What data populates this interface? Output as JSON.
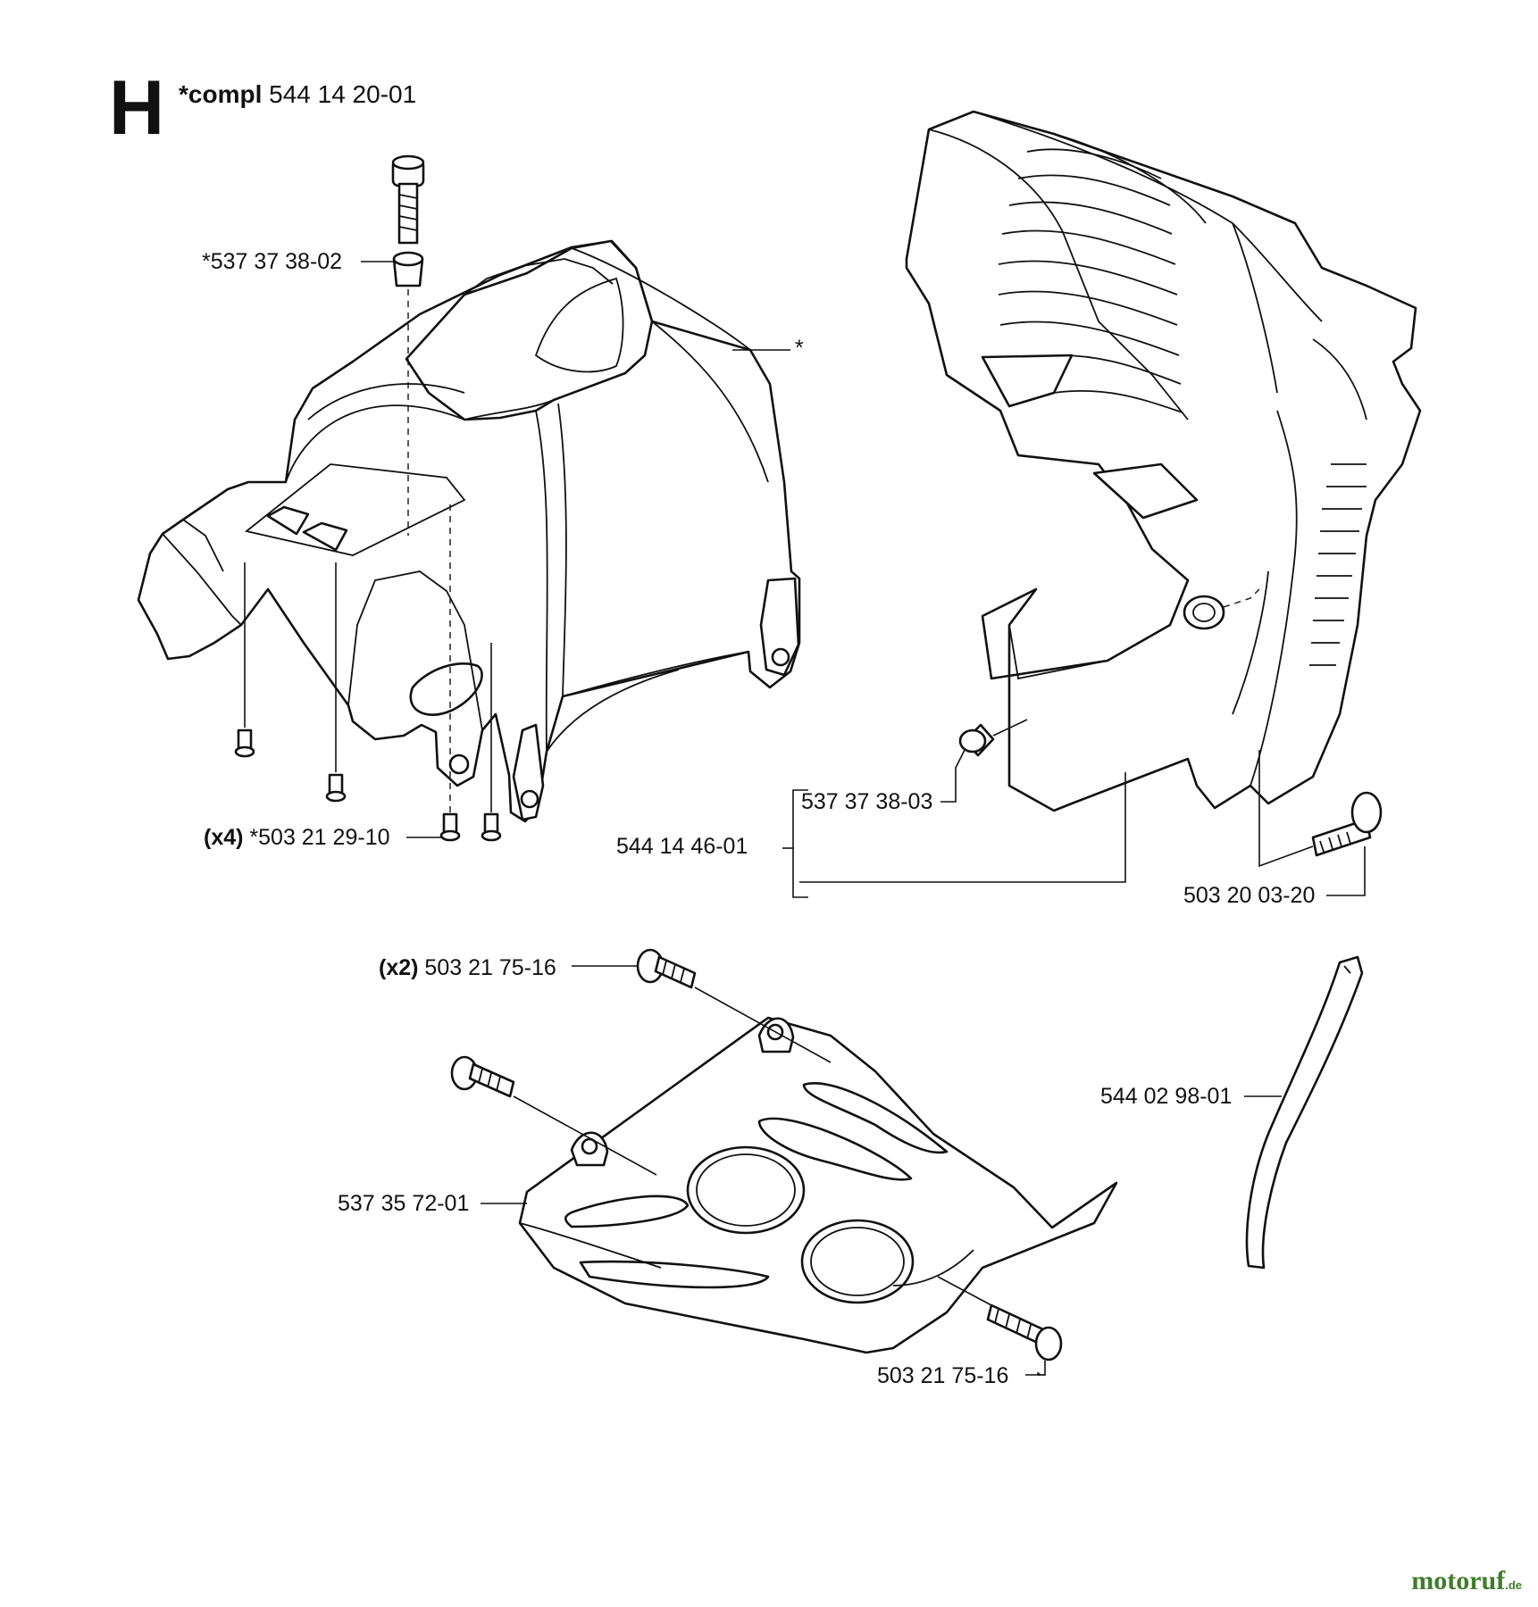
{
  "section": {
    "letter": "H",
    "compl_prefix": "*compl",
    "compl_number": "544 14 20-01"
  },
  "labels": {
    "screw_top_bushing": "*537 37 38-02",
    "asterisk": "*",
    "screws_x4_qty": "(x4)",
    "screws_x4_number": "*503 21 29-10",
    "bushing_right": "537 37 38-03",
    "cylinder_cover": "544 14 46-01",
    "screw_right": "503 20 03-20",
    "screws_x2_qty": "(x2)",
    "screws_x2_number": "503 21 75-16",
    "strip": "544 02 98-01",
    "plate": "537 35 72-01",
    "screw_bottom": "503 21 75-16"
  },
  "watermark": {
    "brand": "motoruf",
    "tld": "de"
  }
}
